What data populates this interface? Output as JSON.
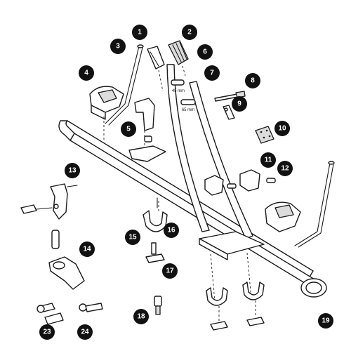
{
  "callouts": {
    "c1": "1",
    "c2": "2",
    "c3": "3",
    "c4": "4",
    "c5": "5",
    "c6": "6",
    "c7": "7",
    "c8": "8",
    "c9": "9",
    "c10": "10",
    "c11": "11",
    "c12": "12",
    "c13": "13",
    "c14": "14",
    "c15": "15",
    "c16": "16",
    "c17": "17",
    "c18": "18",
    "c19": "19",
    "c23": "23",
    "c24": "24"
  },
  "dimensions": {
    "spacer_short": "45 mm",
    "spacer_long": "65 mm"
  },
  "colors": {
    "callout_fill": "#111111",
    "line": "#1a1a1a",
    "part_fill": "#ffffff",
    "shade": "#dcdcdc"
  }
}
